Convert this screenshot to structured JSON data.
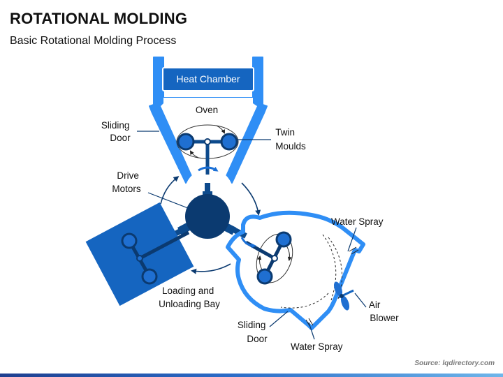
{
  "header": {
    "title": "ROTATIONAL MOLDING",
    "subtitle": "Basic Rotational Molding Process"
  },
  "labels": {
    "heat_chamber": "Heat Chamber",
    "oven": "Oven",
    "sliding_door_top": [
      "Sliding",
      "Door"
    ],
    "twin_moulds": [
      "Twin",
      "Moulds"
    ],
    "drive_motors": [
      "Drive",
      "Motors"
    ],
    "loading_bay": [
      "Loading and",
      "Unloading Bay"
    ],
    "water_spray_top": "Water Spray",
    "air_blower": [
      "Air",
      "Blower"
    ],
    "sliding_door_bottom": [
      "Sliding",
      "Door"
    ],
    "water_spray_bottom": "Water Spray"
  },
  "source": "Source: lqdirectory.com",
  "colors": {
    "primary_blue": "#2f8ef5",
    "dark_blue": "#0d4a8c",
    "navy": "#0b3a70",
    "text": "#111111"
  }
}
